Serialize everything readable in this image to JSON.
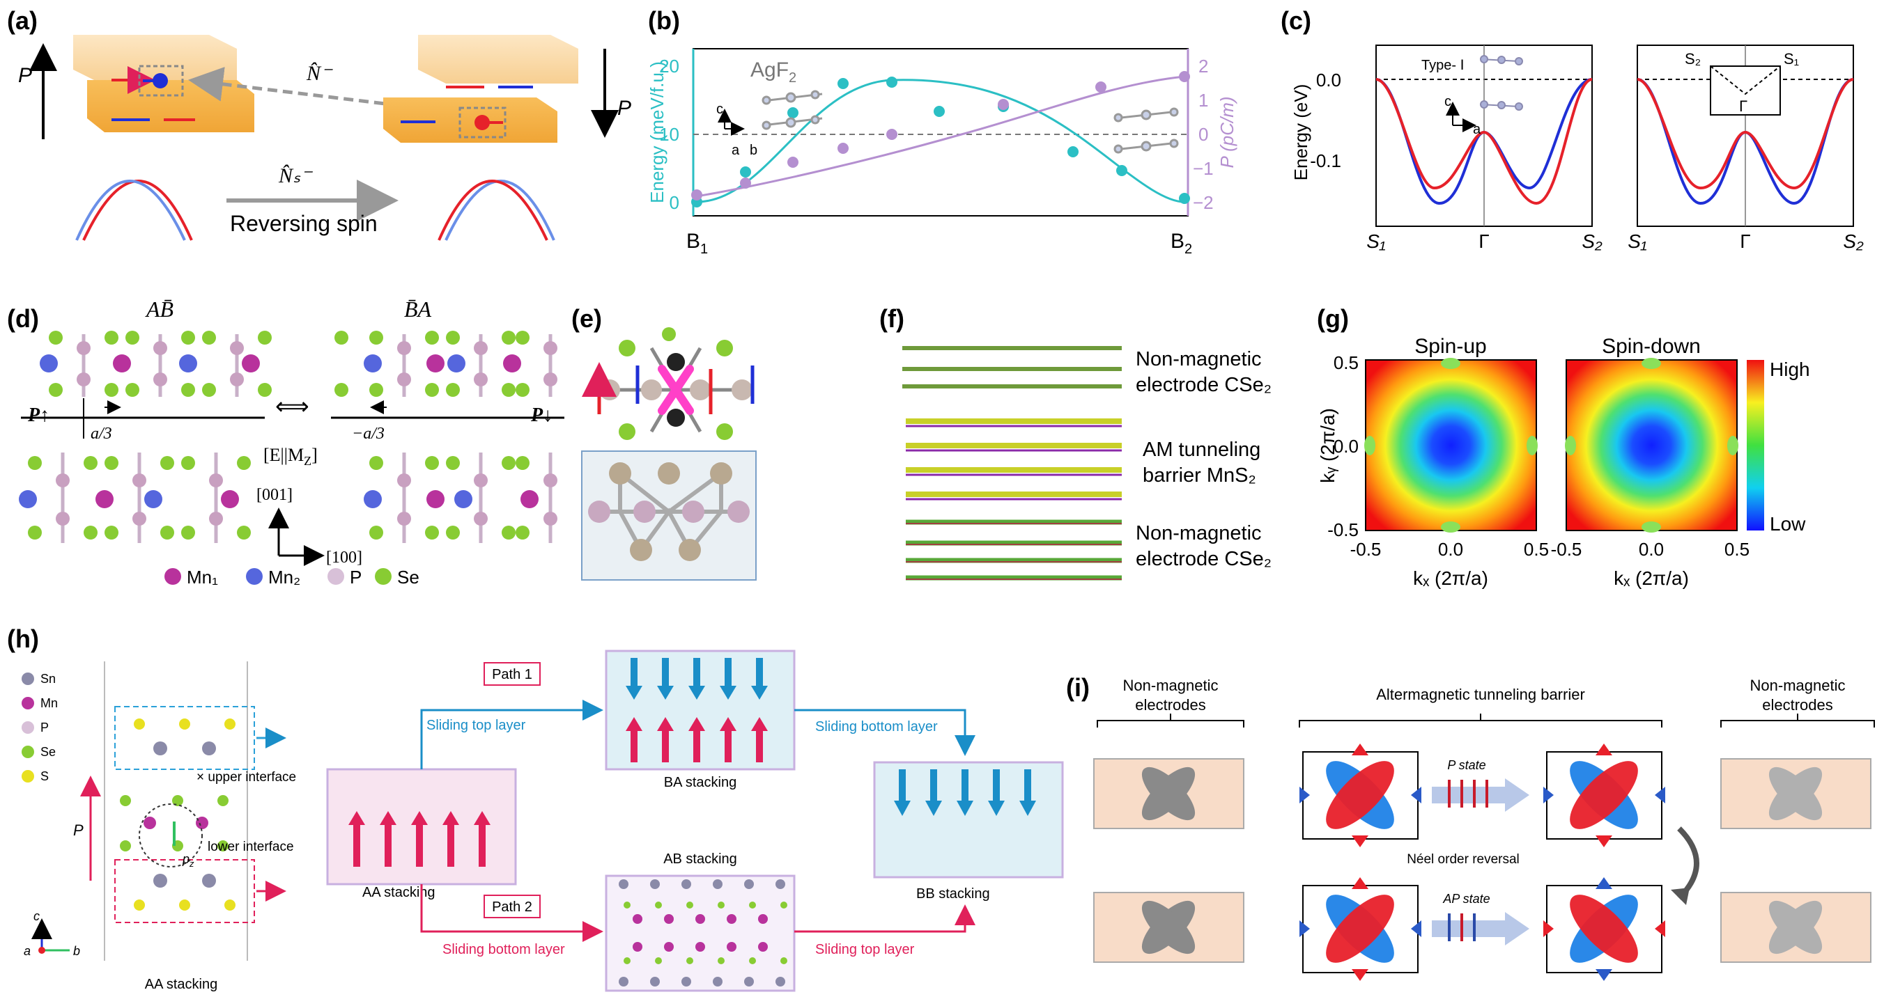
{
  "panels": {
    "a": {
      "label": "(a)",
      "P_left": "P",
      "P_right": "P",
      "op_N": "N̂⁻",
      "op_Ns": "N̂ₛ⁻",
      "reversing_spin": "Reversing spin"
    },
    "b": {
      "label": "(b)",
      "material": "AgF",
      "material_sub": "2",
      "ylabel_left": "Energy (meV/f.u.)",
      "ylabel_right": "P (pC/m)",
      "x_start": "B",
      "x_start_sub": "1",
      "x_end": "B",
      "x_end_sub": "2",
      "axis_c": "c",
      "axis_a": "a",
      "axis_b": "b",
      "energy_color": "#2bbfc4",
      "p_color": "#b48fd0"
    },
    "c": {
      "label": "(c)",
      "ylabel": "Energy (eV)",
      "yticks": [
        "0.0",
        "-0.1"
      ],
      "type_label": "Type- Ⅰ",
      "axis_c": "c",
      "axis_a": "a",
      "xticks": [
        "S₁",
        "Γ",
        "S₂"
      ],
      "inset_S2": "S₂",
      "inset_S1": "S₁",
      "inset_G": "Γ",
      "red": "#e6212a",
      "blue": "#1f2fd6"
    },
    "d": {
      "label": "(d)",
      "title_left": "AB̄",
      "title_right": "B̄A",
      "P_up": "P↑",
      "P_down": "P↓",
      "shift_left": "a/3",
      "shift_right": "−a/3",
      "symmetry": "[E||M",
      "symmetry_sub": "Z",
      "symmetry_end": "]",
      "dir_001": "[001]",
      "dir_100": "[100]",
      "legend": [
        "Mn₁",
        "Mn₂",
        "P",
        "Se"
      ]
    },
    "e": {
      "label": "(e)"
    },
    "f": {
      "label": "(f)",
      "layer1": [
        "Non-magnetic",
        "electrode CSe₂"
      ],
      "layer2": [
        "AM tunneling",
        "barrier MnS₂"
      ],
      "layer3": [
        "Non-magnetic",
        "electrode CSe₂"
      ]
    },
    "g": {
      "label": "(g)",
      "title_up": "Spin-up",
      "title_down": "Spin-down",
      "ylabel": "kᵧ (2π/a)",
      "xlabel": "kₓ (2π/a)",
      "ticks": [
        "-0.5",
        "0.0",
        "0.5"
      ],
      "colorbar_high": "High",
      "colorbar_low": "Low"
    },
    "h": {
      "label": "(h)",
      "legend": [
        "Sn",
        "Mn",
        "P",
        "Se",
        "S"
      ],
      "upper_interface": "upper interface",
      "lower_interface": "lower interface",
      "P": "P",
      "pz": "p",
      "pz_sub": "z",
      "axis_c": "c",
      "axis_a": "a",
      "axis_b": "b",
      "aa_left": "AA stacking",
      "aa_mid": "AA stacking",
      "ba": "BA stacking",
      "ab": "AB stacking",
      "bb": "BB stacking",
      "path1": "Path 1",
      "path2": "Path 2",
      "slide_top": "Sliding top layer",
      "slide_bottom": "Sliding bottom layer",
      "slide_bottom2": "Sliding bottom layer",
      "slide_top2": "Sliding top layer",
      "blue": "#1a8ec8",
      "red": "#e0205a"
    },
    "i": {
      "label": "(i)",
      "left_title": [
        "Non-magnetic",
        "electrodes"
      ],
      "mid_title": "Altermagnetic tunneling barrier",
      "right_title": [
        "Non-magnetic",
        "electrodes"
      ],
      "p_state": "P state",
      "ap_state": "AP state",
      "neel": "Néel order reversal"
    }
  }
}
